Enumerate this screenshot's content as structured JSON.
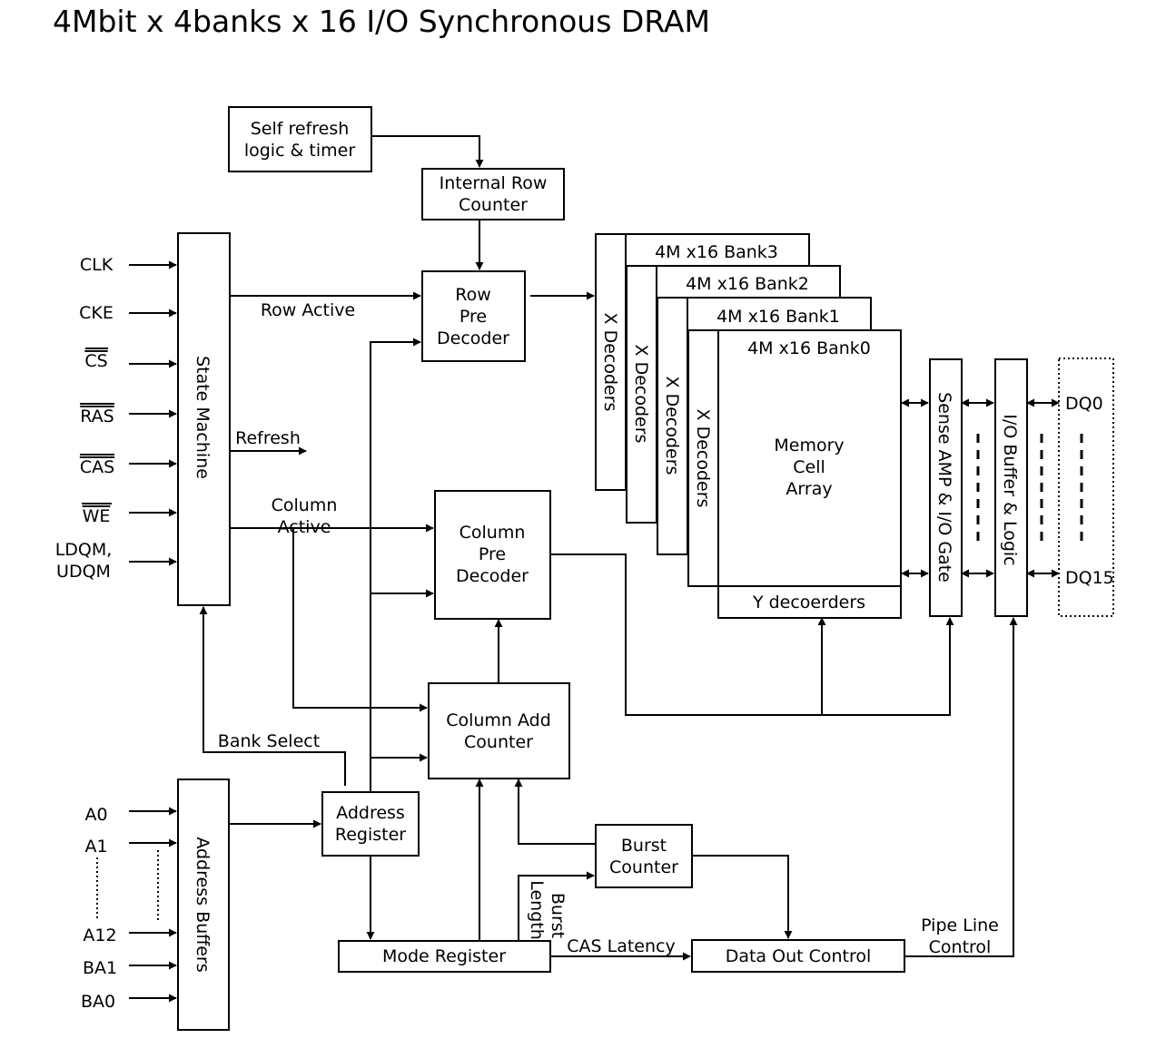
{
  "title": "4Mbit x 4banks x 16 I/O  Synchronous DRAM",
  "blocks": {
    "self_refresh": [
      "Self refresh",
      "logic & timer"
    ],
    "internal_row_counter": [
      "Internal Row",
      "Counter"
    ],
    "row_pre_decoder": [
      "Row",
      "Pre",
      "Decoder"
    ],
    "state_machine": "State Machine",
    "column_pre_decoder": [
      "Column",
      "Pre",
      "Decoder"
    ],
    "column_add_counter": [
      "Column Add",
      "Counter"
    ],
    "address_register": [
      "Address",
      "Register"
    ],
    "burst_counter": [
      "Burst",
      "Counter"
    ],
    "mode_register": "Mode Register",
    "data_out_control": "Data Out Control",
    "address_buffers": "Address Buffers",
    "sense_amp": "Sense AMP & I/O Gate",
    "io_buffer": "I/O Buffer & Logic",
    "memory_cell_array": [
      "Memory",
      "Cell",
      "Array"
    ],
    "y_decoders": "Y decoerders"
  },
  "banks": [
    "4M x16 Bank3",
    "4M x16 Bank2",
    "4M x16 Bank1",
    "4M x16 Bank0"
  ],
  "x_decoders": "X Decoders",
  "control_inputs": [
    "CLK",
    "CKE",
    "CS",
    "RAS",
    "CAS",
    "WE",
    "LDQM,",
    "UDQM"
  ],
  "address_inputs": [
    "A0",
    "A1",
    "A12",
    "BA1",
    "BA0"
  ],
  "data_outputs": [
    "DQ0",
    "DQ15"
  ],
  "signals": {
    "row_active": "Row Active",
    "refresh": "Refresh",
    "column_active": [
      "Column",
      "Active"
    ],
    "bank_select": "Bank Select",
    "burst_length": [
      "Burst",
      "Length"
    ],
    "cas_latency": "CAS Latency",
    "pipe_line_control": [
      "Pipe Line",
      "Control"
    ]
  }
}
